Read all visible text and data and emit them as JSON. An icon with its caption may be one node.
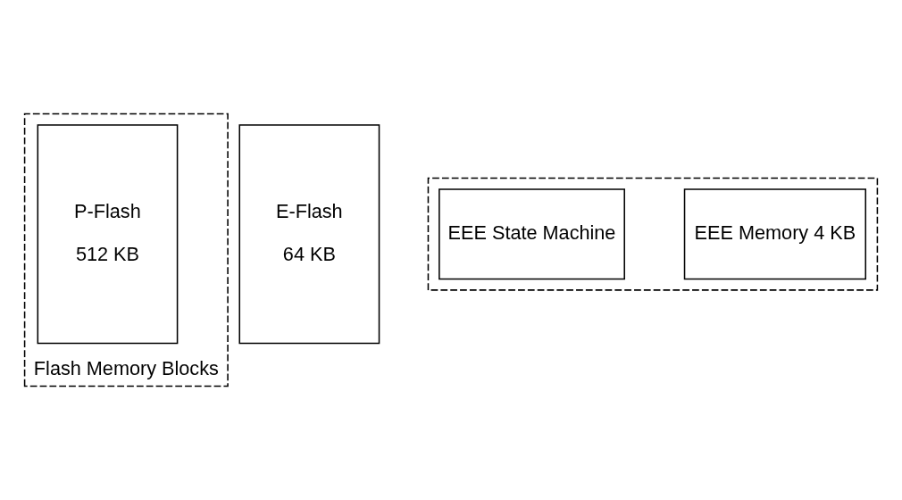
{
  "diagram": {
    "nodes": [
      {
        "text": [
          "Flash Memory Blocks"
        ]
      },
      {
        "text": [
          "P-Flash",
          "512 KB"
        ],
        "in": 0
      },
      {
        "text": [],
        "shape": "box"
      },
      {
        "text": [
          "E-Flash",
          "64 KB"
        ]
      },
      {
        "text": [
          "EEE Memory 4 KB"
        ],
        "in": 2
      },
      {
        "text": [
          "EEE State Machine"
        ],
        "in": 2
      }
    ]
  }
}
